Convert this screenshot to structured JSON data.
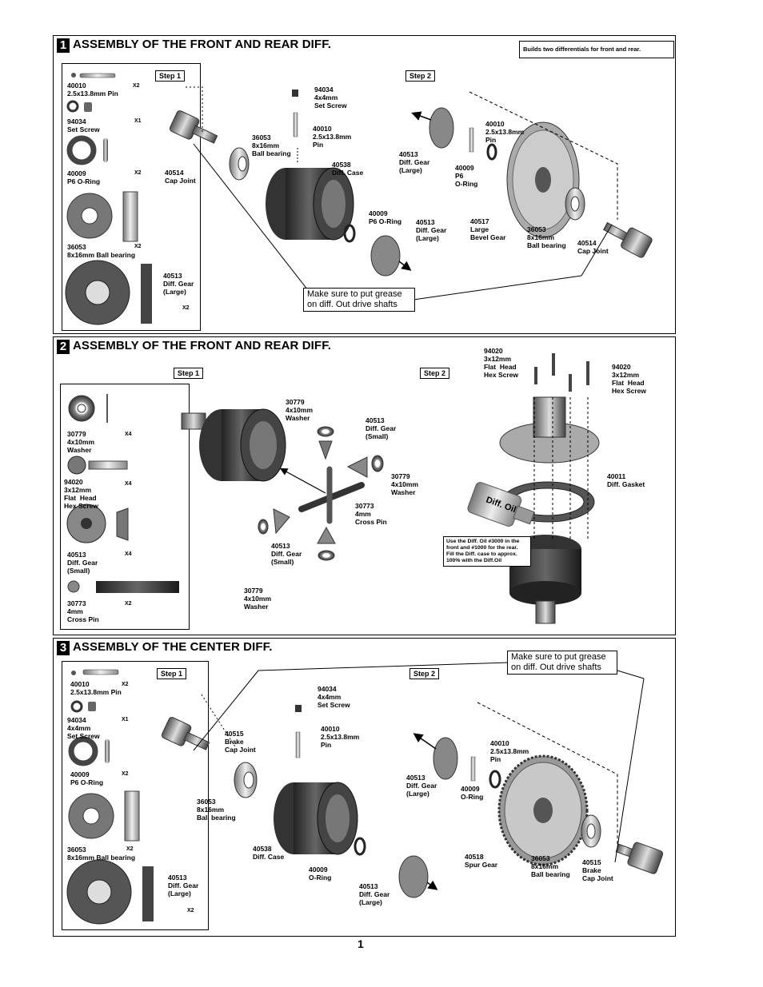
{
  "page_number": "1",
  "section1": {
    "number": "1",
    "title": "ASSEMBLY OF THE FRONT AND REAR DIFF.",
    "note_builds": "Builds two differentials for front and rear.",
    "step1": "Step 1",
    "step2": "Step 2",
    "grease_note": "Make sure to put grease on diff. Out drive shafts",
    "parts": [
      {
        "code": "40010",
        "name": "2.5x13.8mm Pin",
        "qty": "X2"
      },
      {
        "code": "94034",
        "name": "Set Screw",
        "qty": "X1"
      },
      {
        "code": "40009",
        "name": "P6 O-Ring",
        "qty": "X2"
      },
      {
        "code": "36053",
        "name": "8x16mm Ball bearing",
        "qty": "X2"
      },
      {
        "code": "40513",
        "name": "Diff. Gear\n(Large)",
        "qty": "X2"
      }
    ],
    "callouts": {
      "c94034": "94034\n4x4mm\nSet Screw",
      "c40010a": "40010\n2.5x13.8mm\nPin",
      "c36053a": "36053\n8x16mm\nBall bearing",
      "c40538": "40538\nDiff. Case",
      "c40514a": "40514\nCap Joint",
      "c40009a": "40009\nP6 O-Ring",
      "c40513a": "40513\nDiff. Gear\n(Large)",
      "c40513b": "40513\nDiff. Gear\n(Large)",
      "c40010b": "40010\n2.5x13.8mm\nPin",
      "c40009b": "40009\nP6\nO-Ring",
      "c40517": "40517\nLarge\nBevel Gear",
      "c36053b": "36053\n8x16mm\nBall bearing",
      "c40514b": "40514\nCap Joint"
    }
  },
  "section2": {
    "number": "2",
    "title": "ASSEMBLY OF THE FRONT AND REAR DIFF.",
    "step1": "Step 1",
    "step2": "Step 2",
    "oil_label": "Diff. Oil",
    "oil_note": "Use the Diff. Oil #3000 in the front and #1000 for the rear.\nFill the Diff. case to approx. 100% with the Diff.Oil",
    "parts": [
      {
        "code": "30779",
        "name": "4x10mm\nWasher",
        "qty": "X4"
      },
      {
        "code": "94020",
        "name": "3x12mm\nFlat  Head\nHex Screw",
        "qty": "X4"
      },
      {
        "code": "40513",
        "name": "Diff. Gear\n(Small)",
        "qty": "X4"
      },
      {
        "code": "30773",
        "name": "4mm\nCross Pin",
        "qty": "X2"
      }
    ],
    "callouts": {
      "c30779a": "30779\n4x10mm\nWasher",
      "c40513a": "40513\nDiff. Gear\n(Small)",
      "c30779b": "30779\n4x10mm\nWasher",
      "c30773": "30773\n4mm\nCross Pin",
      "c40513b": "40513\nDiff. Gear\n(Small)",
      "c30779c": "30779\n4x10mm\nWasher",
      "c94020a": "94020\n3x12mm\nFlat  Head\nHex Screw",
      "c94020b": "94020\n3x12mm\nFlat  Head\nHex Screw",
      "c40011": "40011\nDiff. Gasket"
    }
  },
  "section3": {
    "number": "3",
    "title": "ASSEMBLY OF THE CENTER DIFF.",
    "step1": "Step 1",
    "step2": "Step 2",
    "grease_note": "Make sure to put grease on diff. Out drive shafts",
    "parts": [
      {
        "code": "40010",
        "name": "2.5x13.8mm Pin",
        "qty": "X2"
      },
      {
        "code": "94034",
        "name": "4x4mm\nSet Screw",
        "qty": "X1"
      },
      {
        "code": "40009",
        "name": "P6 O-Ring",
        "qty": "X2"
      },
      {
        "code": "36053",
        "name": "8x16mm Ball bearing",
        "qty": "X2"
      },
      {
        "code": "40513",
        "name": "Diff. Gear\n(Large)",
        "qty": "X2"
      }
    ],
    "callouts": {
      "c94034": "94034\n4x4mm\nSet Screw",
      "c40010a": "40010\n2.5x13.8mm\nPin",
      "c40515a": "40515\nBrake\nCap Joint",
      "c36053a": "36053\n8x16mm\nBall bearing",
      "c40538": "40538\nDiff. Case",
      "c40009a": "40009\nO-Ring",
      "c40513a": "40513\nDiff. Gear\n(Large)",
      "c40513b": "40513\nDiff. Gear\n(Large)",
      "c40010b": "40010\n2.5x13.8mm\nPin",
      "c40009b": "40009\nO-Ring",
      "c40518": "40518\nSpur Gear",
      "c36053b": "36053\n8x16mm\nBall bearing",
      "c40515b": "40515\nBrake\nCap Joint"
    }
  }
}
